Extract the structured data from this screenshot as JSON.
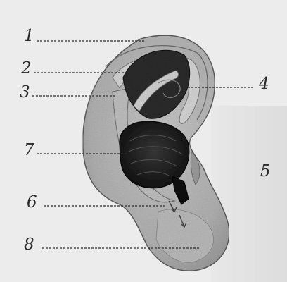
{
  "diagram": {
    "labels": [
      {
        "id": "l1",
        "text": "1"
      },
      {
        "id": "l2",
        "text": "2"
      },
      {
        "id": "l3",
        "text": "3"
      },
      {
        "id": "l4",
        "text": "4"
      },
      {
        "id": "l5",
        "text": "5"
      },
      {
        "id": "l6",
        "text": "6"
      },
      {
        "id": "l7",
        "text": "7"
      },
      {
        "id": "l8",
        "text": "8"
      }
    ]
  }
}
